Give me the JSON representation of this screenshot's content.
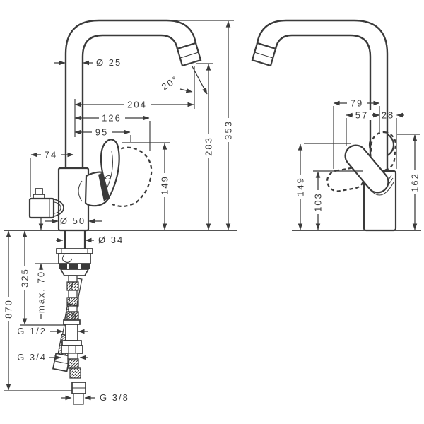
{
  "colors": {
    "line": "#3a3a3a",
    "background": "#ffffff"
  },
  "front_view": {
    "dims": {
      "spout_diameter": "Ø 25",
      "spray_angle": "20°",
      "projection": "204",
      "handle_projection": "126",
      "grip_projection": "95",
      "valve_offset": "74",
      "body_diameter": "Ø 50",
      "handle_height": "149",
      "spout_height": "283",
      "total_height": "353",
      "shank_diameter": "Ø 34",
      "connection_depth": "325",
      "max_counter_thickness": "max. 70",
      "total_depth": "870",
      "connection_g12": "G 1/2",
      "connection_g34": "G 3/4",
      "connection_g38": "G 3/8"
    }
  },
  "side_view": {
    "dims": {
      "front_projection": "79",
      "grip_projection": "57",
      "rear_offset": "28",
      "handle_height": "149",
      "body_height": "103",
      "raised_handle_height": "162"
    }
  }
}
